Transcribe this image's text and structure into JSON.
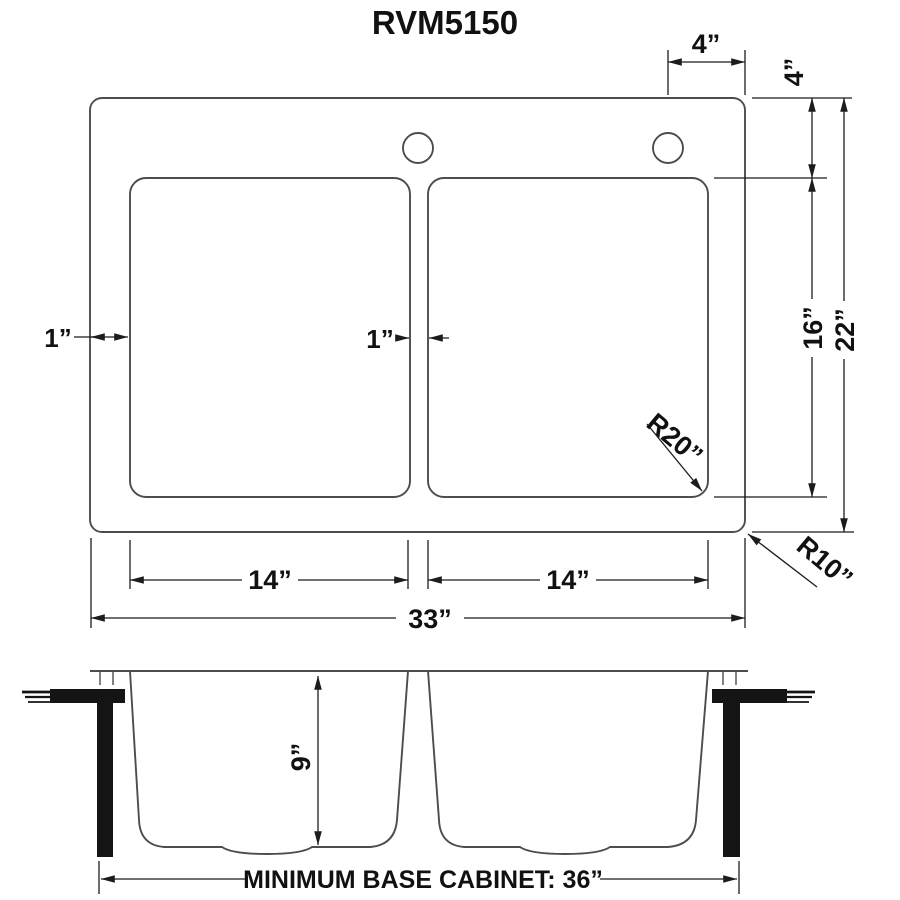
{
  "title": "RVM5150",
  "colors": {
    "background": "#ffffff",
    "outline": "#4d4d4d",
    "dimension": "#1c1c1c",
    "text": "#111111",
    "clip": "#141414"
  },
  "top_view": {
    "faucet_to_edge": "4”",
    "rim_to_bowl_top": "4”",
    "bowl_front_to_back": "16”",
    "overall_front_to_back": "22”",
    "left_rim_reveal": "1”",
    "center_divider": "1”",
    "bowl_corner_radius": "R20”",
    "sink_corner_radius": "R10”",
    "left_bowl_width": "14”",
    "right_bowl_width": "14”",
    "overall_width": "33”"
  },
  "front_view": {
    "bowl_depth": "9”",
    "base_cabinet_note": "MINIMUM BASE CABINET: 36”"
  }
}
